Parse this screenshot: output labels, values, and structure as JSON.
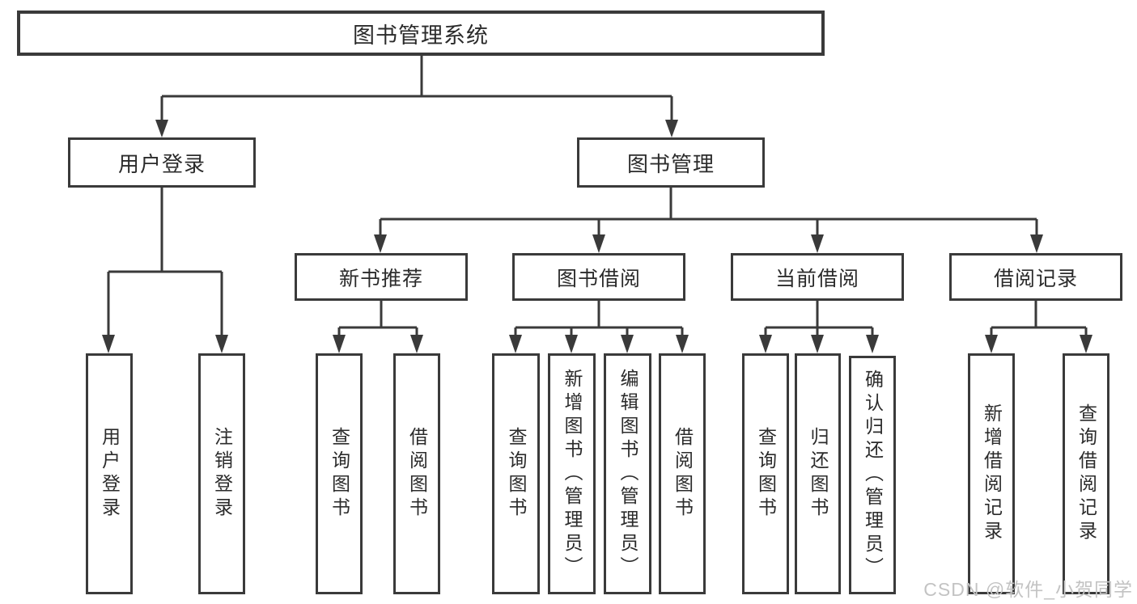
{
  "diagram": {
    "title": "图书管理系统",
    "root": {
      "label": "图书管理系统"
    },
    "branches": [
      {
        "label": "用户登录",
        "children": [
          {
            "label": "用户登录"
          },
          {
            "label": "注销登录"
          }
        ]
      },
      {
        "label": "图书管理",
        "children": [
          {
            "label": "新书推荐",
            "children": [
              {
                "label": "查询图书"
              },
              {
                "label": "借阅图书"
              }
            ]
          },
          {
            "label": "图书借阅",
            "children": [
              {
                "label": "查询图书"
              },
              {
                "label": "新增图书（管理员）"
              },
              {
                "label": "编辑图书（管理员）"
              },
              {
                "label": "借阅图书"
              }
            ]
          },
          {
            "label": "当前借阅",
            "children": [
              {
                "label": "查询图书"
              },
              {
                "label": "归还图书"
              },
              {
                "label": "确认归还（管理员）"
              }
            ]
          },
          {
            "label": "借阅记录",
            "children": [
              {
                "label": "新增借阅记录"
              },
              {
                "label": "查询借阅记录"
              }
            ]
          }
        ]
      }
    ]
  },
  "watermark": {
    "text": "CSDN @软件_小贺同学"
  },
  "colors": {
    "line": "#3a3a3a",
    "text": "#2b2b2b",
    "watermark": "#c3c3c3",
    "background": "#ffffff"
  }
}
